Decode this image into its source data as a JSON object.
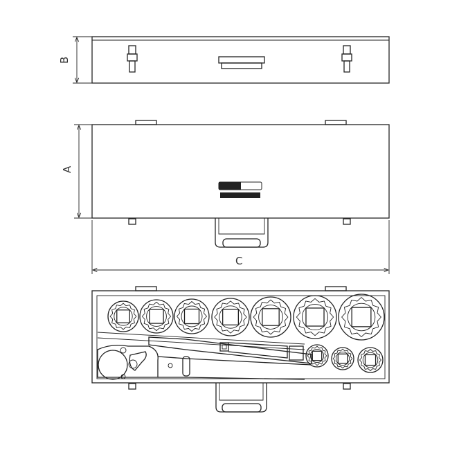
{
  "drawing": {
    "dimension_labels": {
      "height": "B",
      "depth": "A",
      "width": "C"
    },
    "views": [
      "top-view",
      "front-view",
      "open-view"
    ],
    "colors": {
      "line": "#222222",
      "background": "#ffffff"
    },
    "large_socket_count": 7,
    "small_socket_count": 3
  }
}
